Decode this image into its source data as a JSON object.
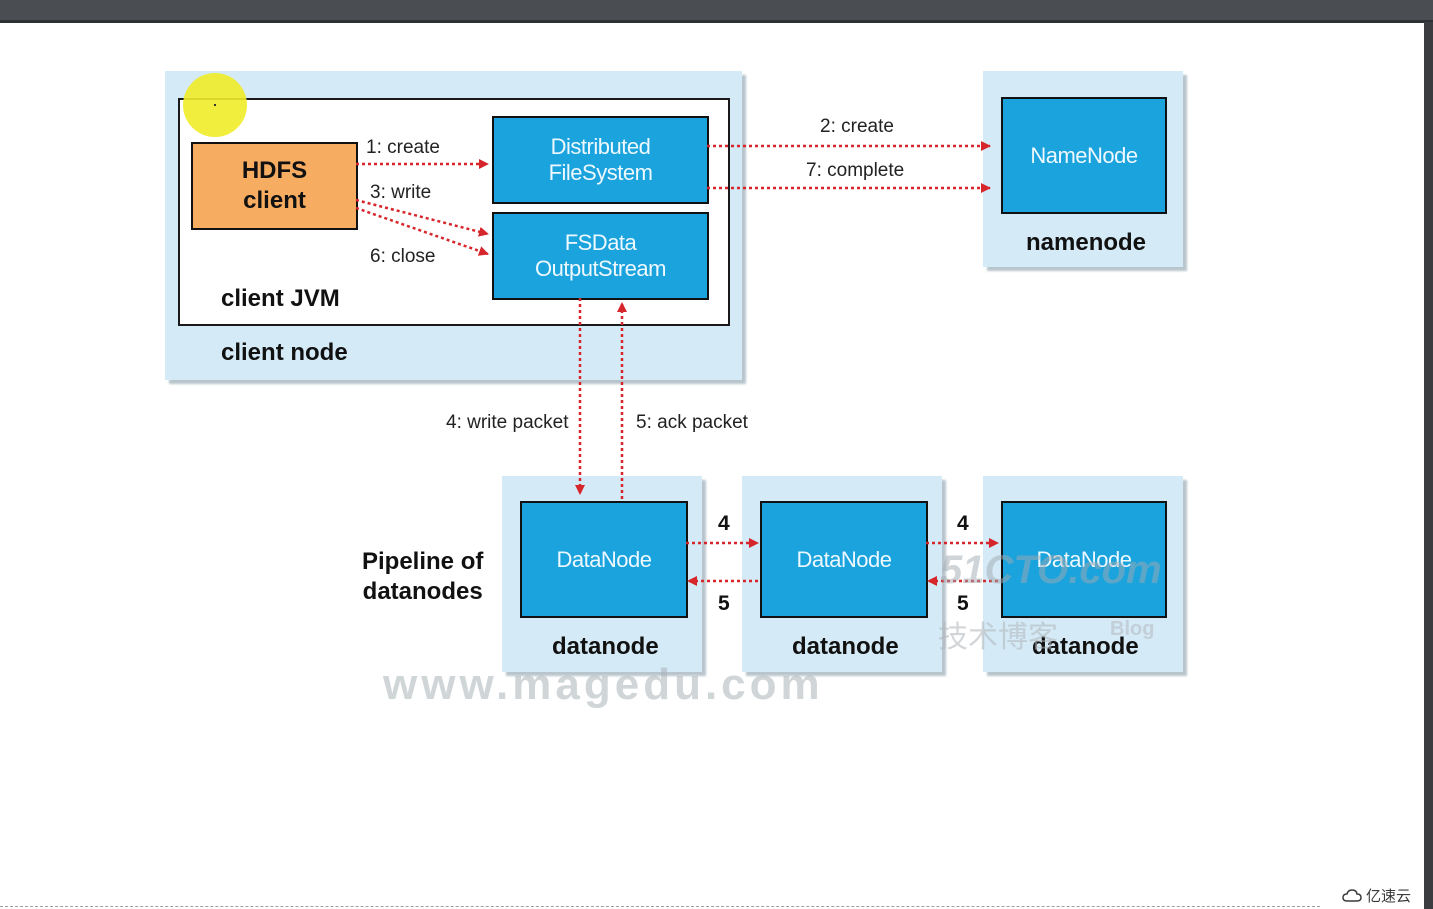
{
  "client_node": {
    "label": "client node"
  },
  "client_jvm": {
    "label": "client JVM"
  },
  "hdfs_client": {
    "line1": "HDFS",
    "line2": "client"
  },
  "distributed_fs": {
    "line1": "Distributed",
    "line2": "FileSystem"
  },
  "fsdata_os": {
    "line1": "FSData",
    "line2": "OutputStream"
  },
  "namenode": {
    "box": "NameNode",
    "label": "namenode"
  },
  "pipeline": {
    "line1": "Pipeline of",
    "line2": "datanodes"
  },
  "datanodes": [
    {
      "box": "DataNode",
      "label": "datanode"
    },
    {
      "box": "DataNode",
      "label": "datanode"
    },
    {
      "box": "DataNode",
      "label": "datanode"
    }
  ],
  "arrows": {
    "create": "1: create",
    "namenode_create": "2: create",
    "write": "3: write",
    "write_packet": "4: write packet",
    "ack_packet": "5: ack packet",
    "close": "6: close",
    "complete": "7: complete",
    "pipe_forward_1": "4",
    "pipe_back_1": "5",
    "pipe_forward_2": "4",
    "pipe_back_2": "5"
  },
  "watermarks": {
    "site": "www.magedu.com",
    "blog_brand": "51CTO.com",
    "blog_sub": "技术博客",
    "blog_tag": "Blog"
  },
  "brand": {
    "name": "亿速云",
    "icon": "cloud-icon"
  },
  "colors": {
    "box_blue": "#1aa3dc",
    "client_orange": "#f6ad62",
    "panel": "#d4eaf6",
    "arrow_red": "#d6262c"
  }
}
